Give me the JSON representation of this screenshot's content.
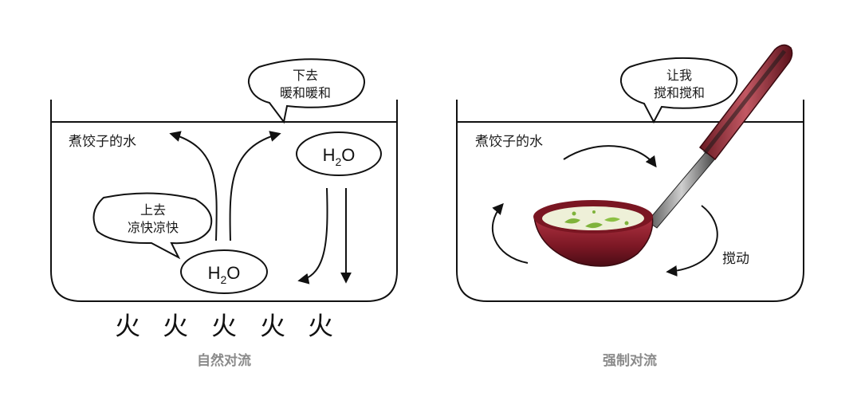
{
  "left_panel": {
    "water_label": "煮饺子的水",
    "bubble_up": {
      "line1": "上去",
      "line2": "凉快凉快"
    },
    "bubble_down": {
      "line1": "下去",
      "line2": "暖和暖和"
    },
    "molecule_bottom": {
      "base": "H",
      "sub": "2",
      "tail": "O"
    },
    "molecule_top": {
      "base": "H",
      "sub": "2",
      "tail": "O"
    },
    "fire": [
      "火",
      "火",
      "火",
      "火",
      "火"
    ],
    "caption": "自然对流"
  },
  "right_panel": {
    "water_label": "煮饺子的水",
    "bubble": {
      "line1": "让我",
      "line2": "搅和搅和"
    },
    "stir_label": "搅动",
    "caption": "强制对流"
  },
  "colors": {
    "ladle_red": "#8e1f2a",
    "ladle_handle": "#a83a44",
    "broth": "#eef0d8",
    "herbs": "#7fb33b"
  }
}
